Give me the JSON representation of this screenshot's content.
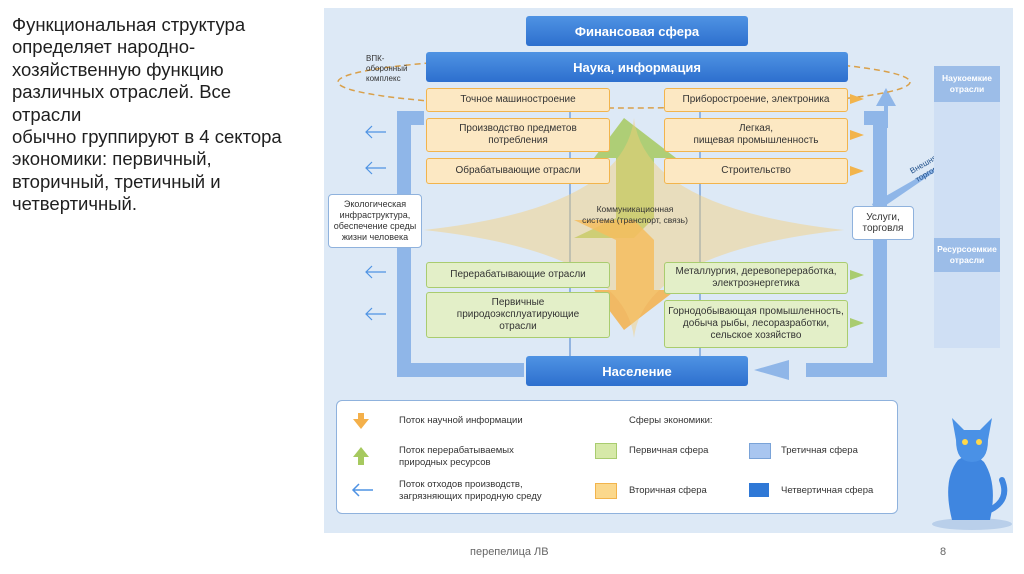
{
  "intro_text": "Функциональная структура\nопределяет народно-\nхозяйственную функцию\nразличных отраслей. Все\nотрасли\nобычно группируют в 4 сектора\n экономики: первичный,\nвторичный, третичный и\n четвертичный.",
  "diagram": {
    "top_bar": "Финансовая сфера",
    "science_bar": "Наука, информация",
    "bottom_bar": "Население",
    "vpk_label": "ВПК-\nоборонный\nкомплекс",
    "left_orange": [
      "Точное машиностроение",
      "Производство предметов\nпотребления",
      "Обрабатывающие отрасли"
    ],
    "right_orange": [
      "Приборостроение, электроника",
      "Легкая,\nпищевая промышленность",
      "Строительство"
    ],
    "left_green": [
      "Перерабатывающие отрасли",
      "Первичные\nприродоэксплуатирующие\nотрасли"
    ],
    "right_green": [
      "Металлургия, деревопереработка,\nэлектроэнергетика",
      "Горнодобывающая промышленность,\nдобыча рыбы, лесоразработки,\nсельское хозяйство"
    ],
    "center_label": "Коммуникационная\nсистема (транспорт, связь)",
    "eco_box": "Экологическая\nинфраструктура,\nобеспечение среды\nжизни человека",
    "services_box": "Услуги,\nторговля",
    "foreign_trade": "Внешняя\nторговля",
    "panel_top": "Наукоемкие\nотрасли",
    "panel_bottom": "Ресурсоемкие\nотрасли"
  },
  "legend": {
    "items_left": [
      "Поток научной информации",
      "Поток перерабатываемых\nприродных ресурсов",
      "Поток отходов производств,\nзагрязняющих природную среду"
    ],
    "spheres_title": "Сферы экономики:",
    "spheres": [
      "Первичная сфера",
      "Вторичная сфера",
      "Третичная сфера",
      "Четвертичная сфера"
    ]
  },
  "colors": {
    "primary_sphere": "#d6e9a8",
    "secondary_sphere": "#fbd88c",
    "tertiary_sphere": "#a9c6f0",
    "quaternary_sphere": "#2f78d6"
  },
  "footer": {
    "author": "перепелица ЛВ",
    "page": "8"
  }
}
